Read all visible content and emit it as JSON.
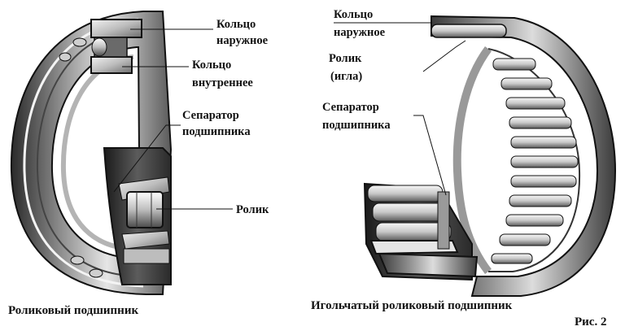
{
  "left_bearing": {
    "caption": "Роликовый подшипник",
    "labels": {
      "outer_ring": [
        "Кольцо",
        "наружное"
      ],
      "inner_ring": [
        "Кольцо",
        "внутреннее"
      ],
      "separator": [
        "Сепаратор",
        "подшипника"
      ],
      "roller": "Ролик"
    }
  },
  "right_bearing": {
    "caption": "Игольчатый роликовый подшипник",
    "labels": {
      "outer_ring": [
        "Кольцо",
        "наружное"
      ],
      "needle": [
        "Ролик",
        "(игла)"
      ],
      "separator": [
        "Сепаратор",
        "подшипника"
      ]
    }
  },
  "figure_number": "Рис. 2"
}
